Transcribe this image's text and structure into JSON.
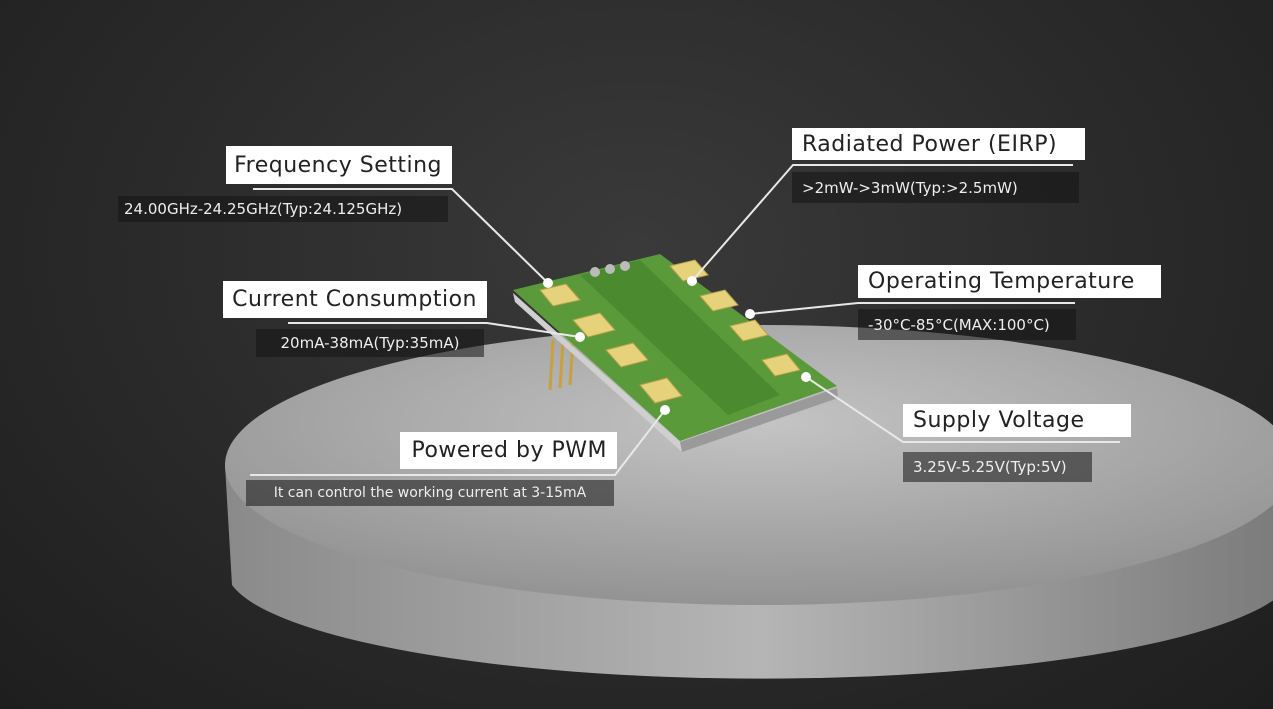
{
  "callouts": {
    "frequency": {
      "title": "Frequency Setting",
      "value": "24.00GHz-24.25GHz(Typ:24.125GHz)"
    },
    "current": {
      "title": "Current Consumption",
      "value": "20mA-38mA(Typ:35mA)"
    },
    "pwm": {
      "title": "Powered by PWM",
      "value": "It can control the working current at 3-15mA"
    },
    "power": {
      "title": "Radiated Power (EIRP)",
      "value": ">2mW->3mW(Typ:>2.5mW)"
    },
    "temperature": {
      "title": "Operating Temperature",
      "value": "-30°C-85°C(MAX:100°C)"
    },
    "voltage": {
      "title": "Supply Voltage",
      "value": "3.25V-5.25V(Typ:5V)"
    }
  },
  "colors": {
    "pcb": "#5a9a3a",
    "pads": "#e6d27a",
    "pedestal": "#a9a9a9"
  }
}
